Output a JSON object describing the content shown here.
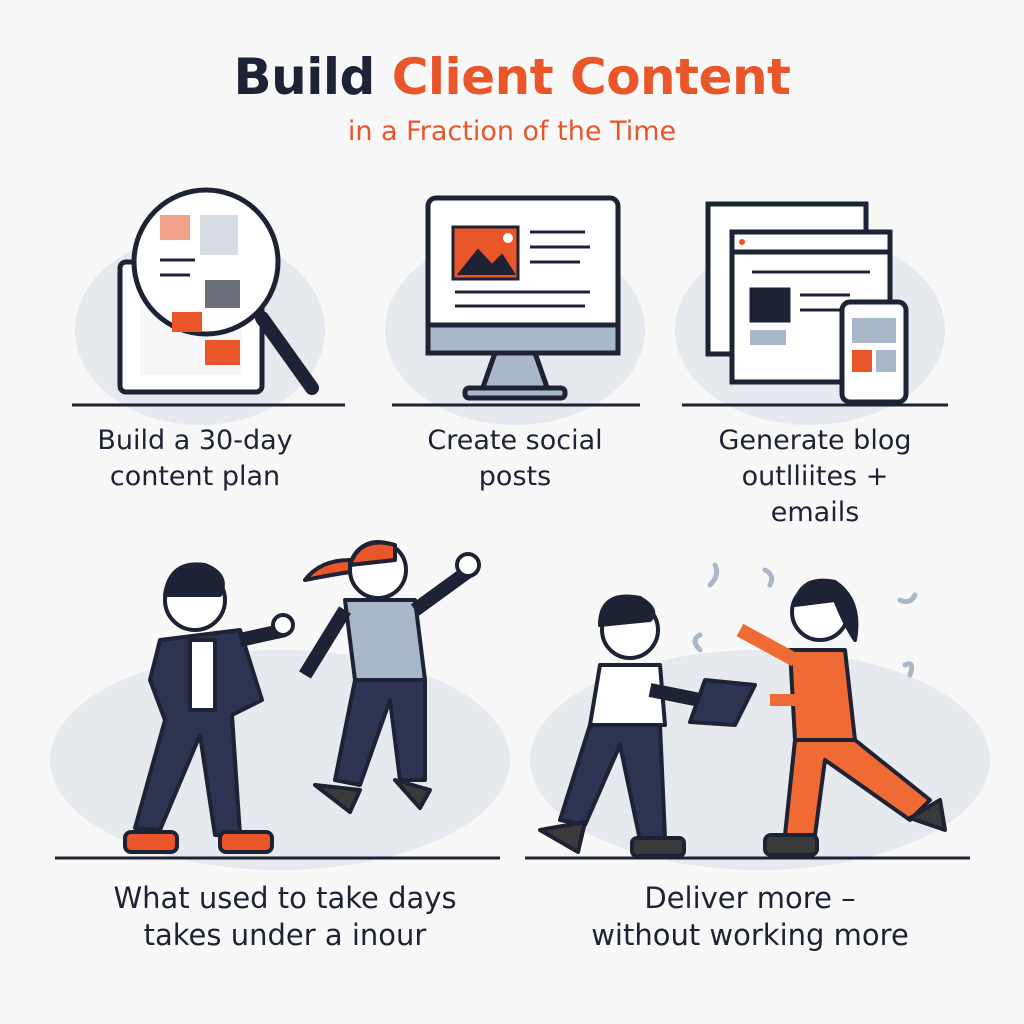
{
  "header": {
    "title_part1": "Build",
    "title_part2": "Client Content",
    "subtitle": "in  a Fraction of the Time"
  },
  "features": [
    {
      "icon": "magnifier-over-laptop-icon",
      "caption": "Build a 30-day\ncontent plan"
    },
    {
      "icon": "desktop-monitor-icon",
      "caption": "Create social\nposts"
    },
    {
      "icon": "multi-device-windows-icon",
      "caption": "Generate blog\noutlliites +\nemails"
    }
  ],
  "scenes": [
    {
      "caption": "What used to take days\ntakes under a inour"
    },
    {
      "caption": "Deliver more –\nwithout working more"
    }
  ],
  "colors": {
    "accent": "#e8562a",
    "dark": "#1e2235",
    "muted": "#e6e9ee",
    "slate": "#a9b8c9"
  }
}
